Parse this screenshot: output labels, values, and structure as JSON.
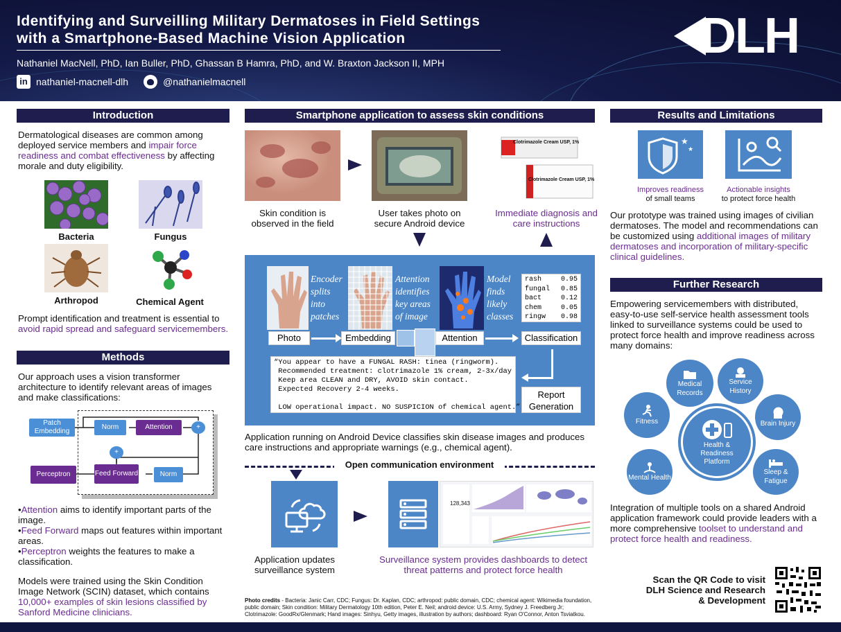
{
  "header": {
    "title_line1": "Identifying and Surveilling Military Dermatoses in Field Settings",
    "title_line2": "with a Smartphone-Based Machine Vision Application",
    "authors": "Nathaniel MacNell, PhD, Ian Buller, PhD, Ghassan B Hamra, PhD, and W. Braxton Jackson II, MPH",
    "linkedin": "nathaniel-macnell-dlh",
    "github": "@nathanielmacnell",
    "logo_text": "DLH"
  },
  "intro": {
    "heading": "Introduction",
    "p1_a": "Dermatological diseases are common among deployed service members and ",
    "p1_b": "impair force readiness and combat effectiveness",
    "p1_c": " by affecting morale and duty eligibility.",
    "labels": [
      "Bacteria",
      "Fungus",
      "Arthropod",
      "Chemical Agent"
    ],
    "p2_a": "Prompt identification and treatment is essential to ",
    "p2_b": "avoid rapid spread and safeguard servicemembers."
  },
  "methods": {
    "heading": "Methods",
    "p1": "Our approach uses a vision transformer architecture to identify relevant areas of images and make classifications:",
    "diagram": {
      "patch": "Patch Embedding",
      "norm1": "Norm",
      "attention": "Attention",
      "plus": "+",
      "perceptron": "Perceptron",
      "feed": "Feed Forward",
      "norm2": "Norm"
    },
    "bullets": [
      {
        "term": "Attention",
        "rest": " aims to identify important parts of the image."
      },
      {
        "term": "Feed Forward",
        "rest": " maps out features within important areas."
      },
      {
        "term": "Perceptron",
        "rest": " weights the features to make a classification."
      }
    ],
    "p2_a": "Models were trained using the Skin Condition Image Network (SCIN) dataset, which contains ",
    "p2_b": "10,000+ examples of skin lesions classified by Sanford Medicine clinicians."
  },
  "center": {
    "heading": "Smartphone application to assess skin conditions",
    "cap1": "Skin condition is observed in the field",
    "cap2": "User takes photo on secure Android device",
    "cap3": "Immediate diagnosis and care instructions",
    "cream_name": "Clotrimazole Cream USP, 1%",
    "steps": {
      "encoder": "Encoder splits into patches",
      "attention_txt": "Attention identifies key areas of image",
      "model": "Model finds likely classes",
      "photo": "Photo",
      "embedding": "Embedding",
      "attention": "Attention",
      "classification": "Classification",
      "report": "Report Generation"
    },
    "classes": [
      {
        "name": "rash",
        "score": "0.95"
      },
      {
        "name": "fungal",
        "score": "0.85"
      },
      {
        "name": "bact",
        "score": "0.12"
      },
      {
        "name": "chem",
        "score": "0.05"
      },
      {
        "name": "ringw",
        "score": "0.98"
      }
    ],
    "report_lines": [
      "“You appear to have a FUNGAL RASH: tinea (ringworm).",
      " Recommended treatment: clotrimazole 1% cream, 2-3x/day",
      " Keep area CLEAN and DRY, AVOID skin contact.",
      " Expected Recovery 2-4 weeks.",
      "",
      " LOW operational impact. NO SUSPICION of chemical agent.”"
    ],
    "running": "Application running on Android Device classifies skin disease images and produces care instructions and appropriate warnings (e.g., chemical agent).",
    "open_env": "Open communication environment",
    "cap4": "Application updates surveillance system",
    "cap5": "Surveillance system provides dashboards to detect threat patterns and protect force health",
    "dash_number": "128,343",
    "credits_bold": "Photo credits",
    "credits": " - Bacteria: Janic Carr, CDC; Fungus: Dr. Kaplan, CDC; arthropod: public domain, CDC; chemical agent: Wikimedia foundation, public domain; Skin condition: Military Dermatology 10th edition, Peter E. Neil; android device: U.S. Army, Sydney J. Freedberg Jr; Clotrimazole: GoodRx/Glenmark; Hand images: Sinhyu, Getty images, illustration by authors; dashboard: Ryan O'Connor, Anton Tsviatkou."
  },
  "results": {
    "heading": "Results and Limitations",
    "icon1_a": "Improves readiness",
    "icon1_b": "of small teams",
    "icon2_a": "Actionable insights",
    "icon2_b": "to protect force health",
    "p1_a": "Our prototype was trained using images of civilian dermatoses. The model and recommendations can be customized using ",
    "p1_b": "additional images of military dermatoses and incorporation of military-specific clinical guidelines."
  },
  "further": {
    "heading": "Further Research",
    "p1": "Empowering servicemembers with distributed, easy-to-use self-service health assessment tools linked to surveillance systems could be used to protect force health and improve readiness across many domains:",
    "center": "Health & Readiness Platform",
    "nodes": [
      "Medical Records",
      "Service History",
      "Fitness",
      "Brain Injury",
      "Mental Health",
      "Sleep & Fatigue"
    ],
    "p2_a": "Integration of multiple tools on a shared Android application framework could provide leaders with a more comprehensive ",
    "p2_b": "toolset to understand and protect force health and readiness.",
    "qr_text": "Scan the QR Code to visit DLH Science and Research & Development"
  },
  "colors": {
    "navy": "#1e1d4e",
    "accent": "#6a2c91",
    "blue": "#4c86c6"
  }
}
